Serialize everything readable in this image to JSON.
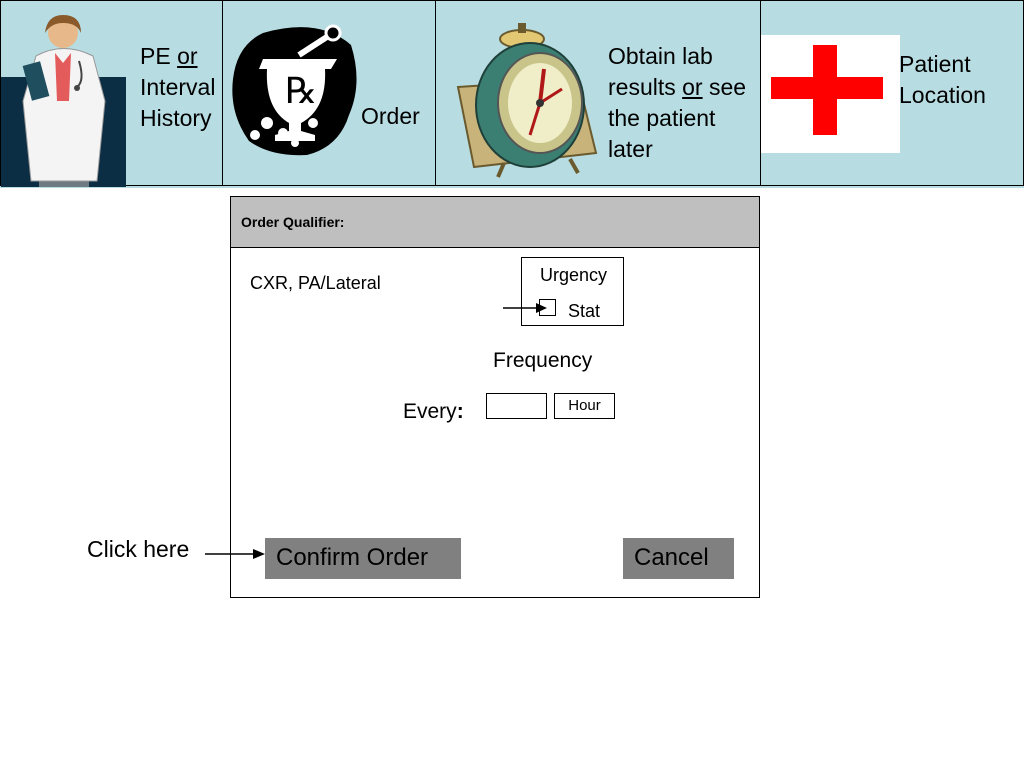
{
  "toolbar": {
    "pe_label": {
      "line1_pre": "PE ",
      "line1_u": "or",
      "line2": "Interval",
      "line3": "History"
    },
    "order_label": "Order",
    "lab_label": {
      "line1": "Obtain lab",
      "line2_pre": "results ",
      "line2_u": "or",
      "line2_post": " see",
      "line3": "the patient",
      "line4": "later"
    },
    "location_label": {
      "line1": "Patient",
      "line2": "Location"
    },
    "rx_symbol": "℞"
  },
  "dialog": {
    "title": "Order Qualifier:",
    "order_item": "CXR, PA/Lateral",
    "urgency_label": "Urgency",
    "urgency_value": "Stat",
    "frequency_label": "Frequency",
    "every_label": "Every",
    "every_colon": ":",
    "every_value": "",
    "unit_value": "Hour",
    "confirm_label": "Confirm Order",
    "cancel_label": "Cancel"
  },
  "annotation": {
    "click_here": "Click here"
  },
  "colors": {
    "toolbar_bg": "#b7dde3",
    "button_bg": "#808080",
    "header_bg": "#bfbfbf",
    "cross_red": "#ff0000"
  }
}
